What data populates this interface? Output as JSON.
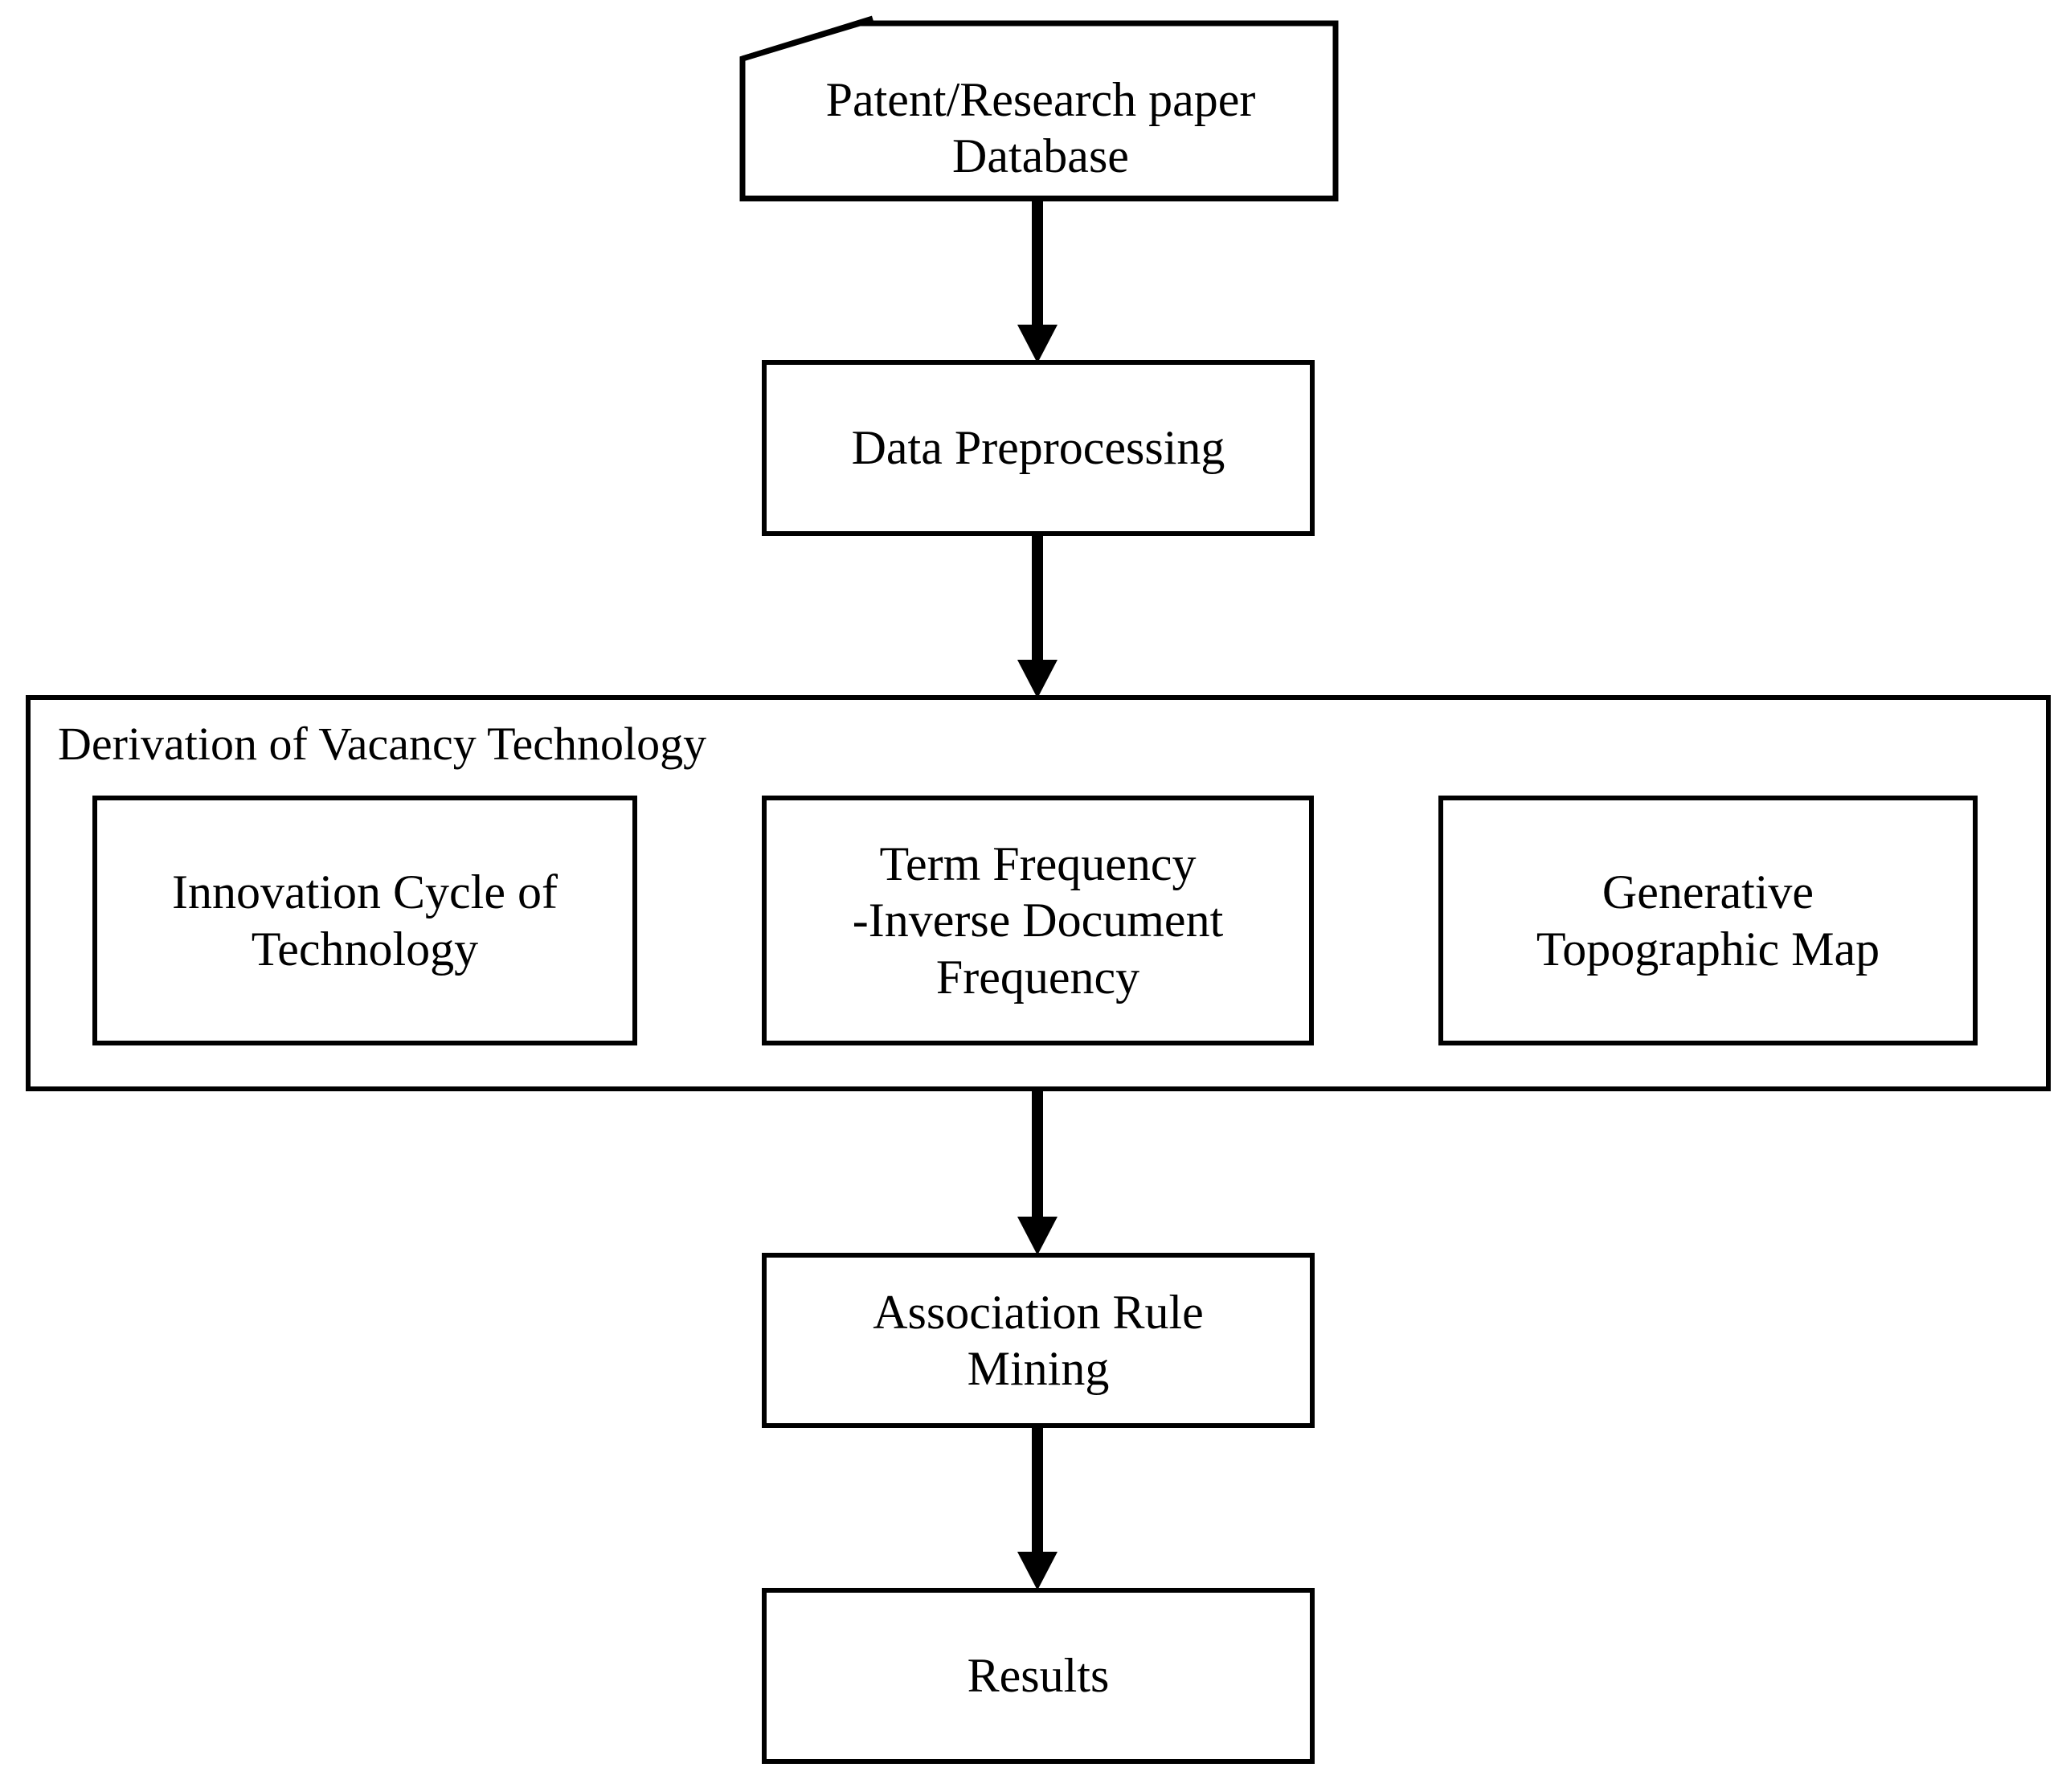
{
  "title": "Vacancy technology derivation flowchart",
  "colors": {
    "line": "#000000",
    "background": "#ffffff",
    "text": "#000000"
  },
  "nodes": {
    "database": {
      "label": "Patent/Research paper\nDatabase"
    },
    "preprocessing": {
      "label": "Data Preprocessing"
    },
    "derivation_group": {
      "label": "Derivation of Vacancy Technology"
    },
    "innovation": {
      "label": "Innovation Cycle of\nTechnology"
    },
    "tfidf": {
      "label": "Term Frequency\n-Inverse Document\nFrequency"
    },
    "gtm": {
      "label": "Generative\nTopographic Map"
    },
    "association": {
      "label": "Association Rule\nMining"
    },
    "results": {
      "label": "Results"
    }
  },
  "connectors": [
    {
      "name": "database-to-preprocessing",
      "direction": "down"
    },
    {
      "name": "preprocessing-to-derivation",
      "direction": "down"
    },
    {
      "name": "innovation-to-tfidf",
      "direction": "right"
    },
    {
      "name": "tfidf-to-gtm",
      "direction": "right"
    },
    {
      "name": "derivation-to-association",
      "direction": "down"
    },
    {
      "name": "association-to-results",
      "direction": "down"
    }
  ]
}
